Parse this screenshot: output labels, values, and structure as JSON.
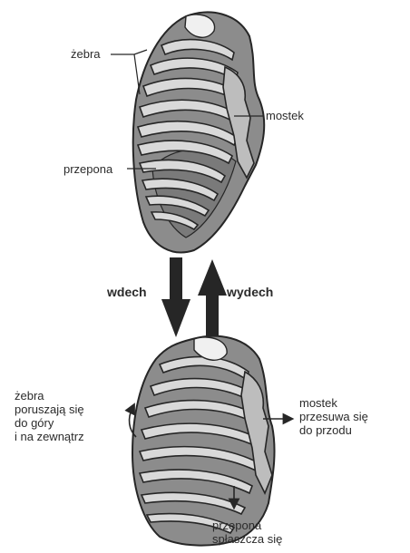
{
  "top": {
    "ribs_label": "żebra",
    "sternum_label": "mostek",
    "diaphragm_label": "przepona"
  },
  "middle": {
    "inhale_label": "wdech",
    "exhale_label": "wydech"
  },
  "bottom": {
    "ribs_note": [
      "żebra",
      "poruszają się",
      "do góry",
      "i na zewnątrz"
    ],
    "sternum_note": [
      "mostek",
      "przesuwa się",
      "do przodu"
    ],
    "diaphragm_note": [
      "przepona",
      "spłaszcza się"
    ]
  },
  "colors": {
    "shade": "#8c8c8c",
    "rib": "#d9d9d9",
    "outline": "#262626",
    "background": "#ffffff"
  },
  "icons": [
    "arrow-down-icon",
    "arrow-up-icon",
    "arrow-right-icon"
  ]
}
